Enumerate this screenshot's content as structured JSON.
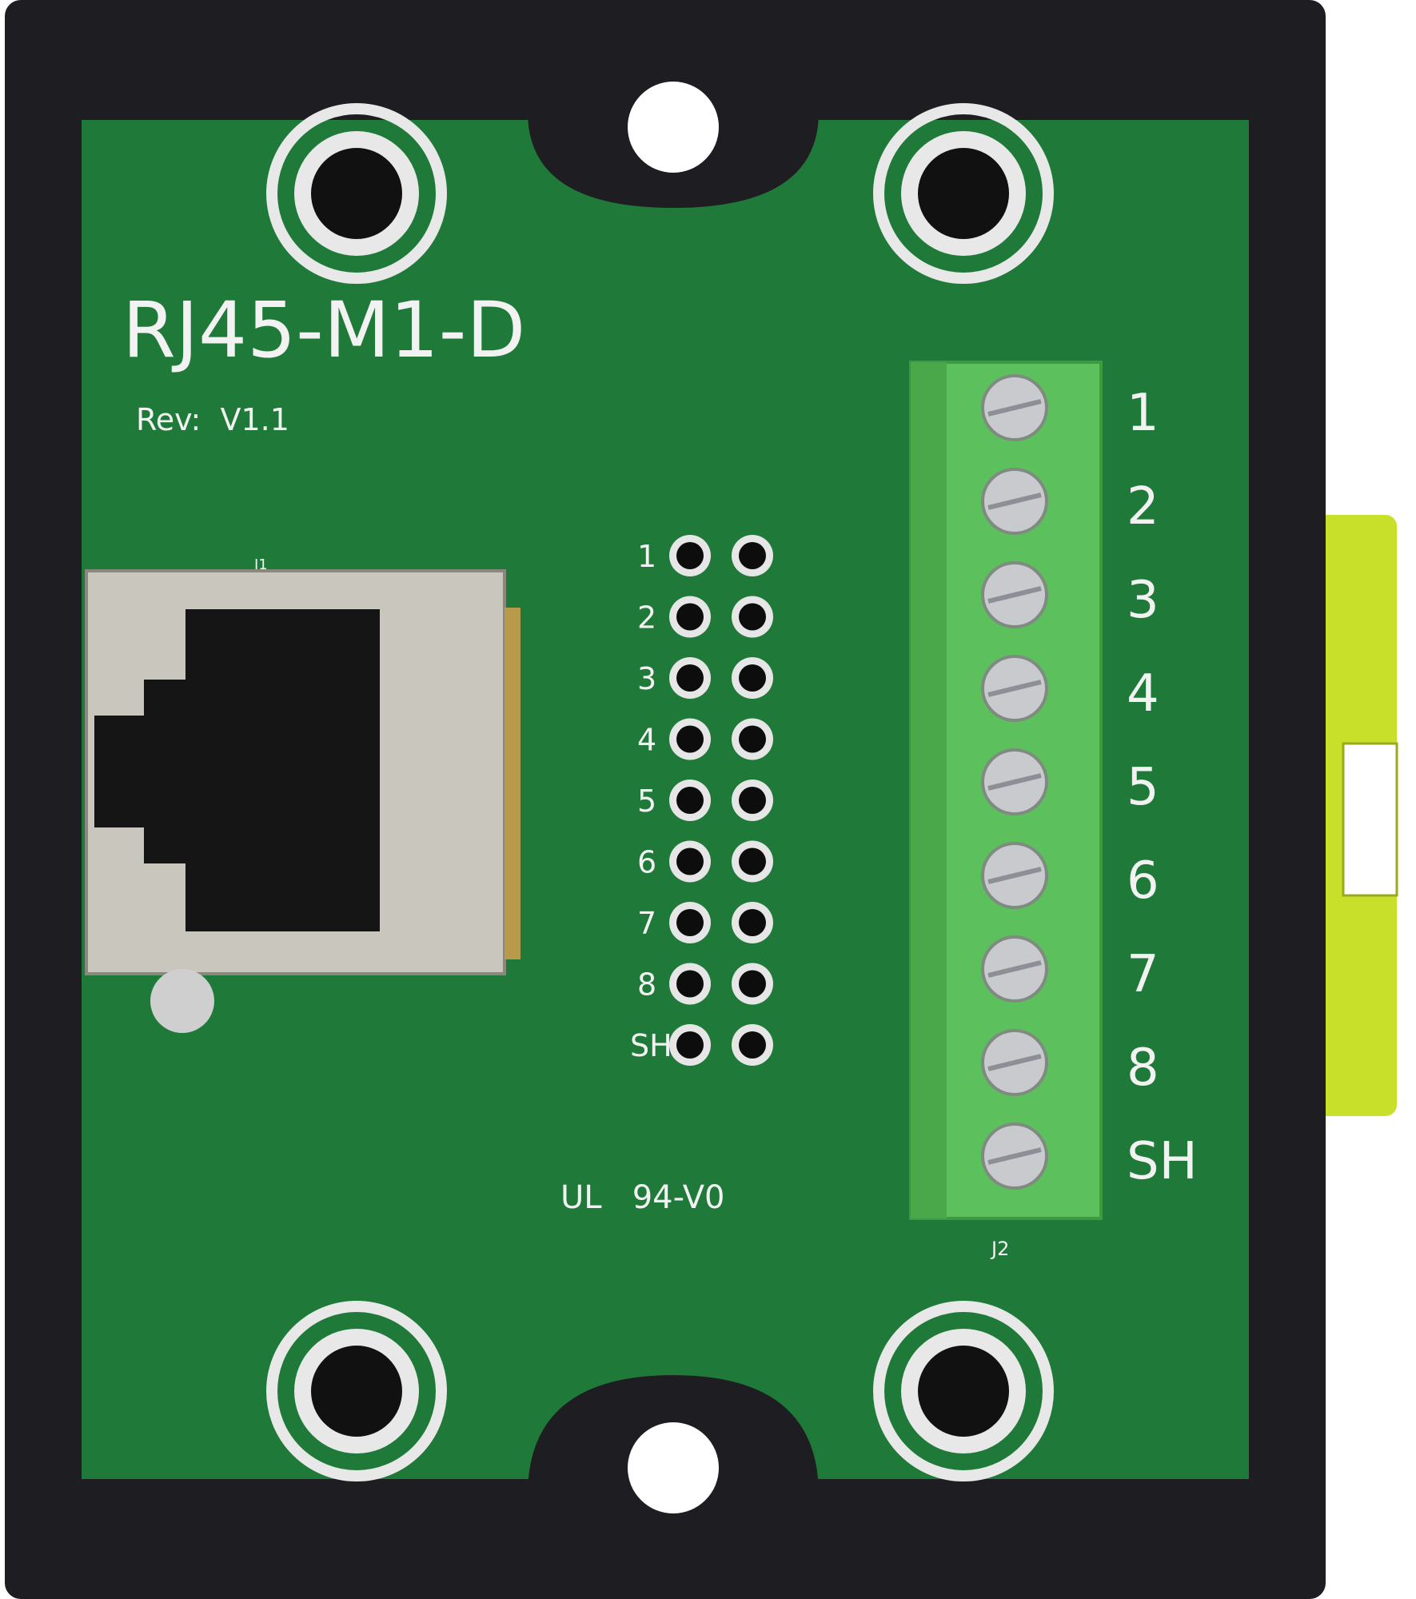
{
  "board": {
    "model": "RJ45-M1-D",
    "revision": "Rev:  V1.1",
    "rating": "UL   94-V0",
    "rj45_designator": "J1",
    "terminal_designator": "J2"
  },
  "header_labels": [
    "1",
    "2",
    "3",
    "4",
    "5",
    "6",
    "7",
    "8",
    "SH"
  ],
  "terminal_labels": [
    "1",
    "2",
    "3",
    "4",
    "5",
    "6",
    "7",
    "8",
    "SH"
  ],
  "colors": {
    "pcb": "#1f7a3a",
    "enclosure": "#1e1e22",
    "terminal": "#5cc05c",
    "clip": "#c8e02a",
    "jack": "#c9c6bd"
  }
}
